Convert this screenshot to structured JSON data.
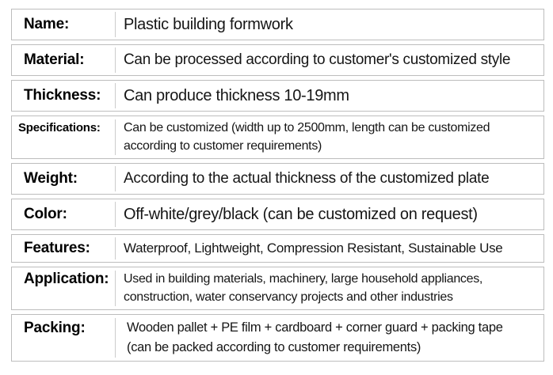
{
  "colors": {
    "background": "#ffffff",
    "row_border": "#bdbdbd",
    "divider": "#cccccc",
    "label_text": "#000000",
    "value_text": "#161616"
  },
  "table": {
    "rows": [
      {
        "label": "Name:",
        "value": "Plastic building formwork"
      },
      {
        "label": "Material:",
        "value": "Can be processed according to customer's customized style"
      },
      {
        "label": "Thickness:",
        "value": "Can produce thickness 10-19mm"
      },
      {
        "label": "Specifications:",
        "value": "Can be customized (width up to 2500mm, length can be customized\naccording to customer requirements)"
      },
      {
        "label": "Weight:",
        "value": "According to the actual thickness of the customized plate"
      },
      {
        "label": "Color:",
        "value": "Off-white/grey/black (can be customized on request)"
      },
      {
        "label": "Features:",
        "value": "Waterproof, Lightweight, Compression Resistant, Sustainable Use"
      },
      {
        "label": "Application:",
        "value": "Used in building materials, machinery, large household appliances,\nconstruction, water conservancy projects and other industries"
      },
      {
        "label": "Packing:",
        "value": "Wooden pallet + PE film + cardboard + corner guard + packing tape\n(can be packed according to customer requirements)"
      }
    ]
  }
}
